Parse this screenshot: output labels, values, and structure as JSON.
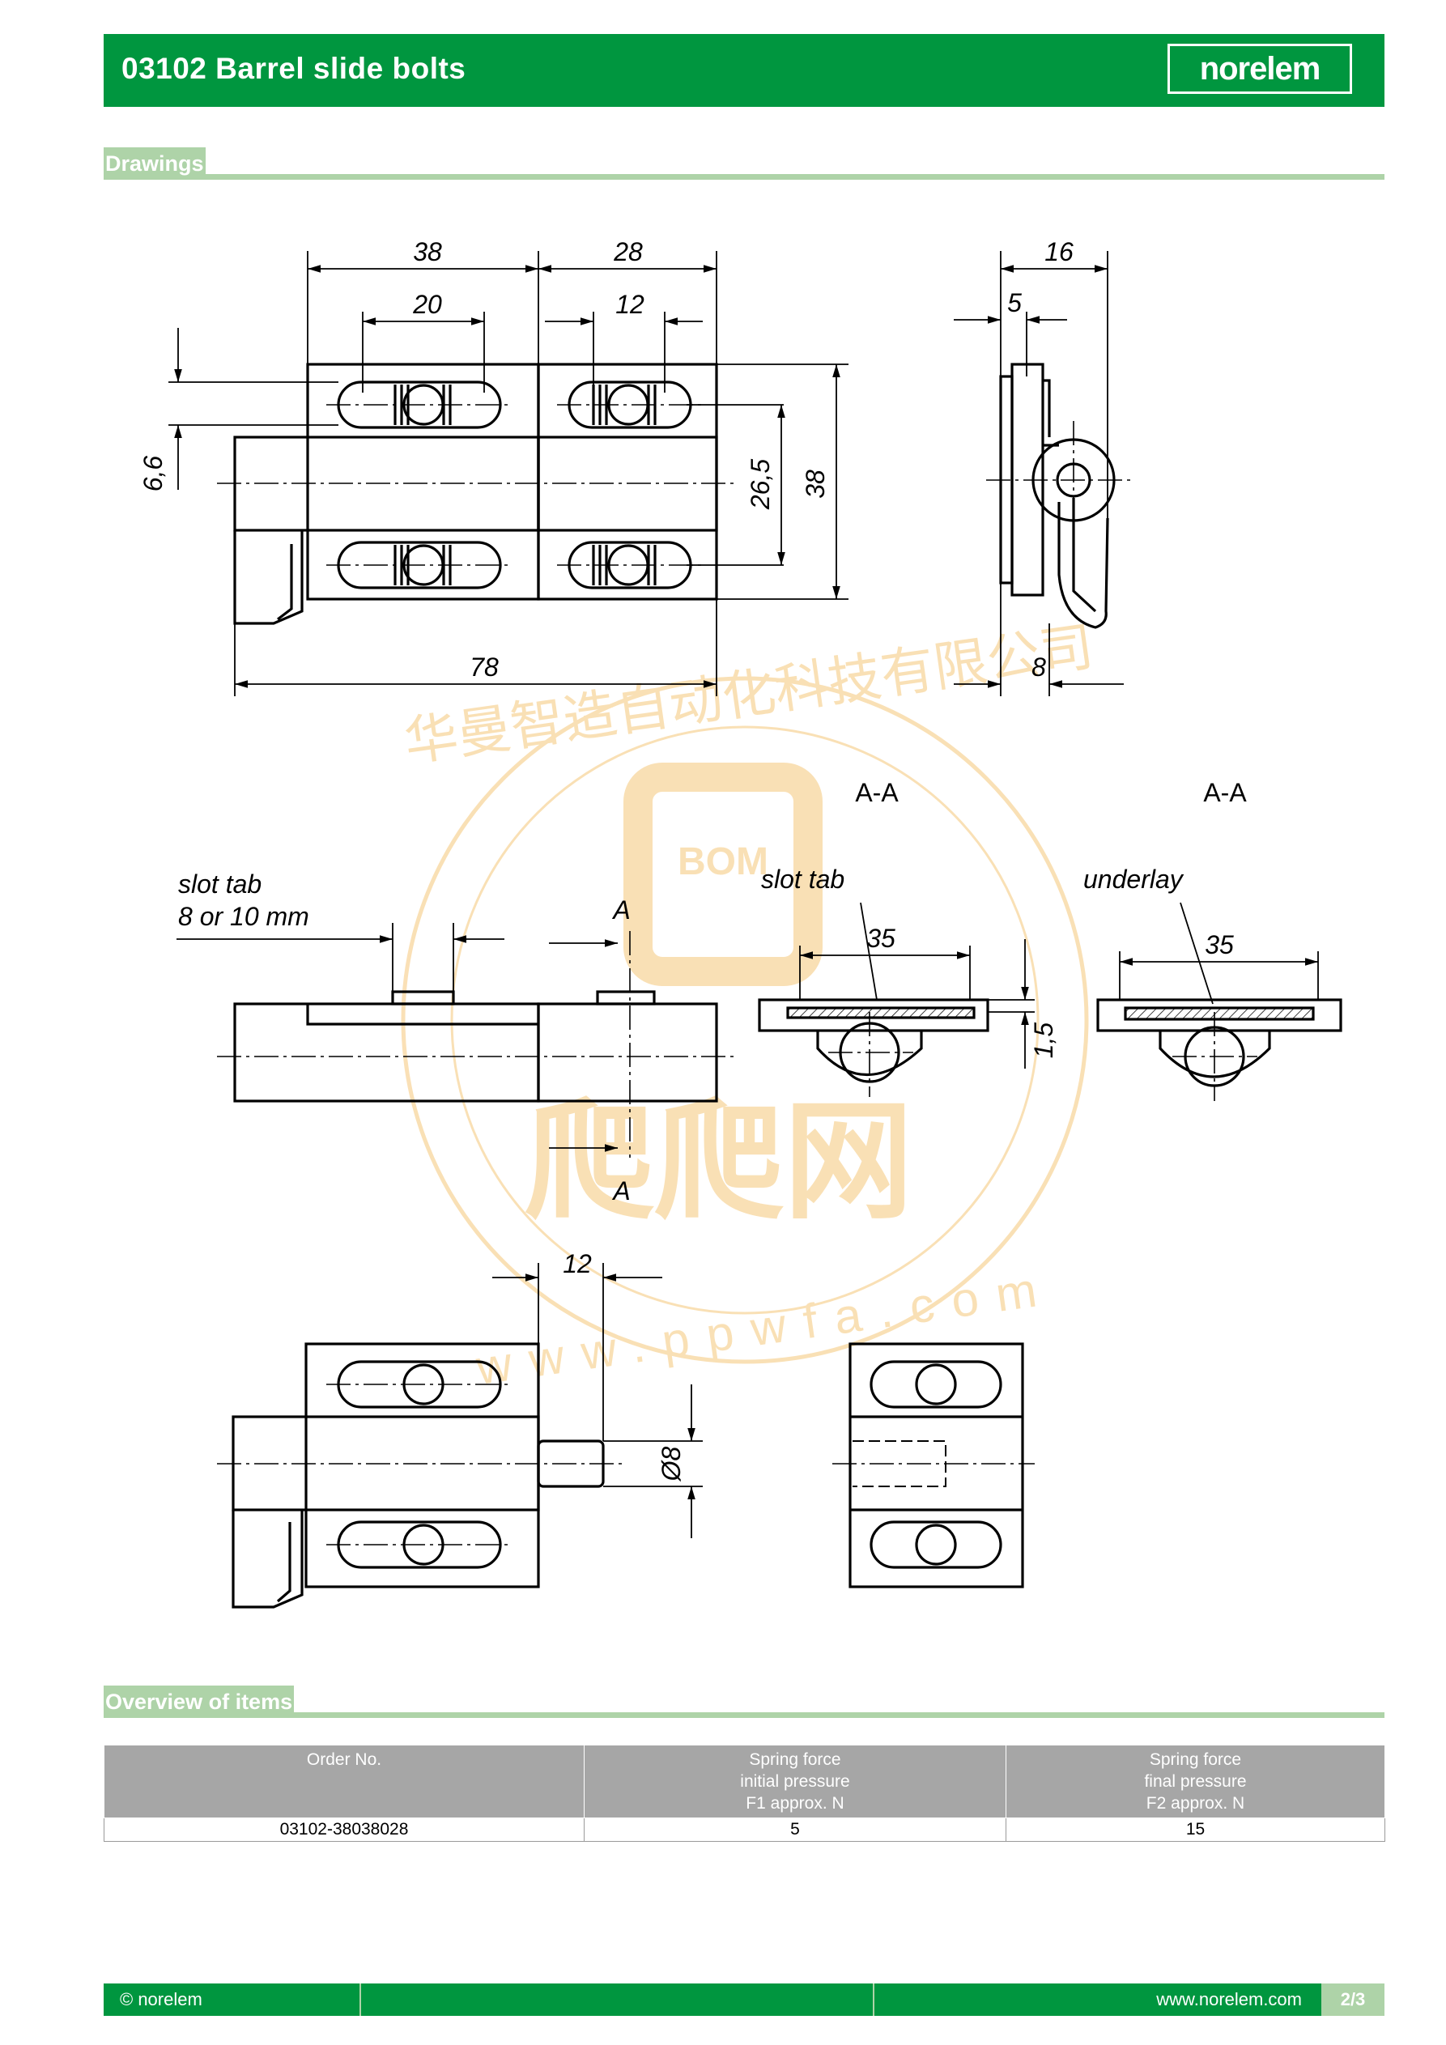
{
  "header": {
    "title": "03102 Barrel slide bolts",
    "logo_text": "norelem"
  },
  "sections": {
    "drawings": "Drawings",
    "overview": "Overview of items"
  },
  "drawing": {
    "dims_top": [
      "38",
      "28",
      "20",
      "12",
      "6,6",
      "26,5",
      "38",
      "78"
    ],
    "dims_side": [
      "16",
      "5",
      "8"
    ],
    "labels": {
      "slot_tab": "slot tab",
      "slot_tab_size": "8 or 10 mm",
      "section_a": "A",
      "section_aa_1": "A-A",
      "section_aa_2": "A-A",
      "slot_tab_2": "slot tab",
      "underlay": "underlay",
      "dim_35_1": "35",
      "dim_35_2": "35",
      "dim_1_5": "1,5"
    },
    "dims_bottom": [
      "12",
      "Ø8"
    ]
  },
  "watermark": {
    "circle_text": "华曼智造自动化科技有限公司",
    "brand": "BOM",
    "name": "爬爬网",
    "url": "www.ppwfa.com"
  },
  "table": {
    "headers": [
      "Order No.",
      "Spring force\ninitial pressure\nF1 approx. N",
      "Spring force\nfinal pressure\nF2 approx. N"
    ],
    "rows": [
      [
        "03102-38038028",
        "5",
        "15"
      ]
    ]
  },
  "footer": {
    "copyright": "© norelem",
    "website": "www.norelem.com",
    "page": "2/3"
  },
  "colors": {
    "brand_green": "#00963f",
    "light_green": "#aed3a8",
    "table_header": "#a6a6a6",
    "watermark": "#f5c77a"
  }
}
